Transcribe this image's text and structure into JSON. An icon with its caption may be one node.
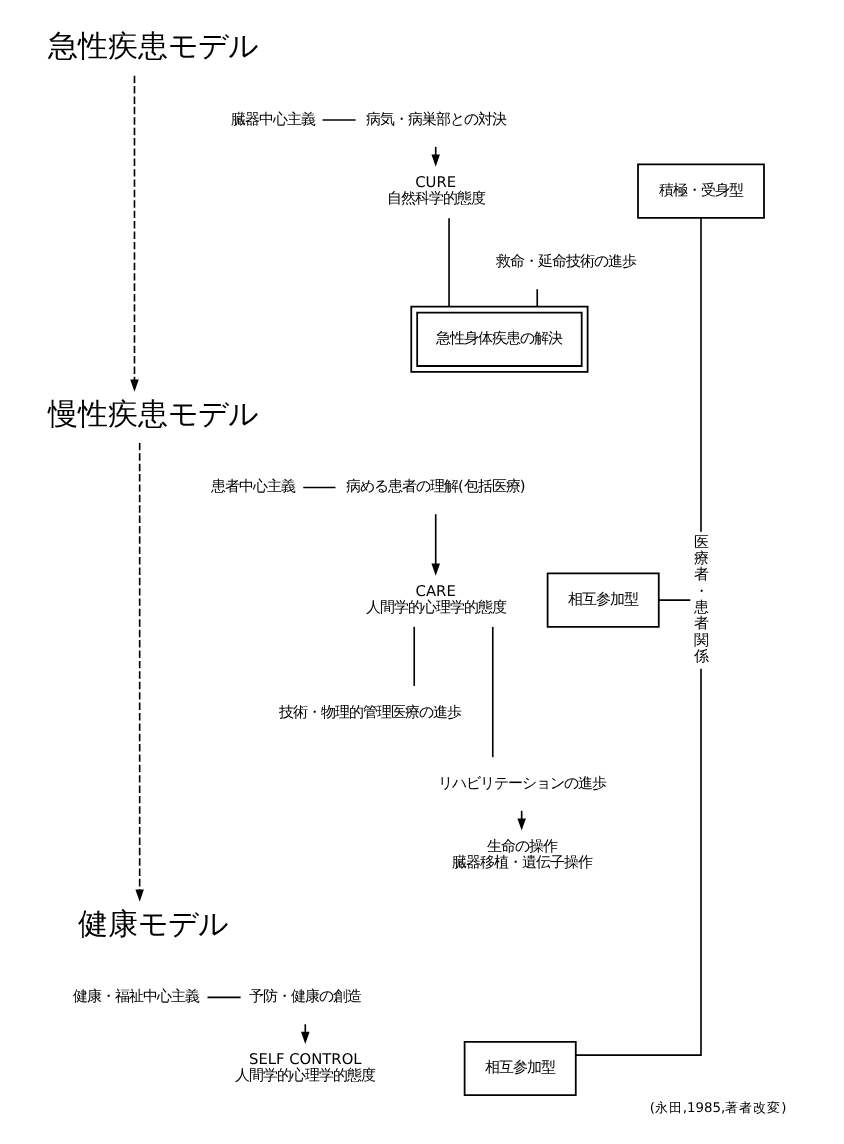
{
  "diagram": {
    "caption": "(永田,1985,著者改変)",
    "nodes": [
      {
        "text": [
          "急性疾患モデル"
        ]
      },
      {
        "text": [
          "臓器中心主義"
        ]
      },
      {
        "text": [
          "病気・病巣部との対決"
        ]
      },
      {
        "text": [
          "CURE",
          "自然科学的態度"
        ]
      },
      {
        "text": [
          "救命・延命技術の進歩"
        ]
      },
      {
        "text": [
          "急性身体疾患の解決"
        ]
      },
      {
        "text": [
          "慢性疾患モデル"
        ]
      },
      {
        "text": [
          "患者中心主義"
        ]
      },
      {
        "text": [
          "病める患者の理解(包括医療)"
        ]
      },
      {
        "text": [
          "CARE",
          "人間学的心理学的態度"
        ]
      },
      {
        "text": [
          "技術・物理的管理医療の進歩"
        ]
      },
      {
        "text": [
          "リハビリテーションの進歩"
        ]
      },
      {
        "text": [
          "生命の操作",
          "臓器移植・遺伝子操作"
        ]
      },
      {
        "text": [
          "健康モデル"
        ]
      },
      {
        "text": [
          "健康・福祉中心主義"
        ]
      },
      {
        "text": [
          "予防・健康の創造"
        ]
      },
      {
        "text": [
          "SELF CONTROL",
          "人間学的心理学的態度"
        ]
      },
      {
        "text": [
          "積極・受身型"
        ]
      },
      {
        "text": [
          "相互参加型"
        ]
      },
      {
        "text": [
          "相互参加型"
        ]
      },
      {
        "text": [
          "医療者・患者関係"
        ]
      }
    ],
    "edges": [
      {
        "from": 0,
        "to": 6,
        "arrow": "to",
        "style": "dashed"
      },
      {
        "from": 1,
        "to": 2,
        "arrow": "none"
      },
      {
        "from": 2,
        "to": 3,
        "arrow": "to"
      },
      {
        "from": 3,
        "to": 5,
        "arrow": "none"
      },
      {
        "from": 4,
        "to": 5,
        "arrow": "none"
      },
      {
        "from": 17,
        "to": 20,
        "arrow": "none"
      },
      {
        "from": 6,
        "to": 13,
        "arrow": "to",
        "style": "dashed"
      },
      {
        "from": 7,
        "to": 8,
        "arrow": "none"
      },
      {
        "from": 8,
        "to": 9,
        "arrow": "to"
      },
      {
        "from": 18,
        "to": 20,
        "arrow": "none"
      },
      {
        "from": 9,
        "to": 10,
        "arrow": "none"
      },
      {
        "from": 9,
        "to": 11,
        "arrow": "none"
      },
      {
        "from": 11,
        "to": 12,
        "arrow": "to"
      },
      {
        "from": 14,
        "to": 15,
        "arrow": "none"
      },
      {
        "from": 15,
        "to": 16,
        "arrow": "to"
      },
      {
        "from": 19,
        "to": 20,
        "arrow": "none"
      }
    ]
  }
}
